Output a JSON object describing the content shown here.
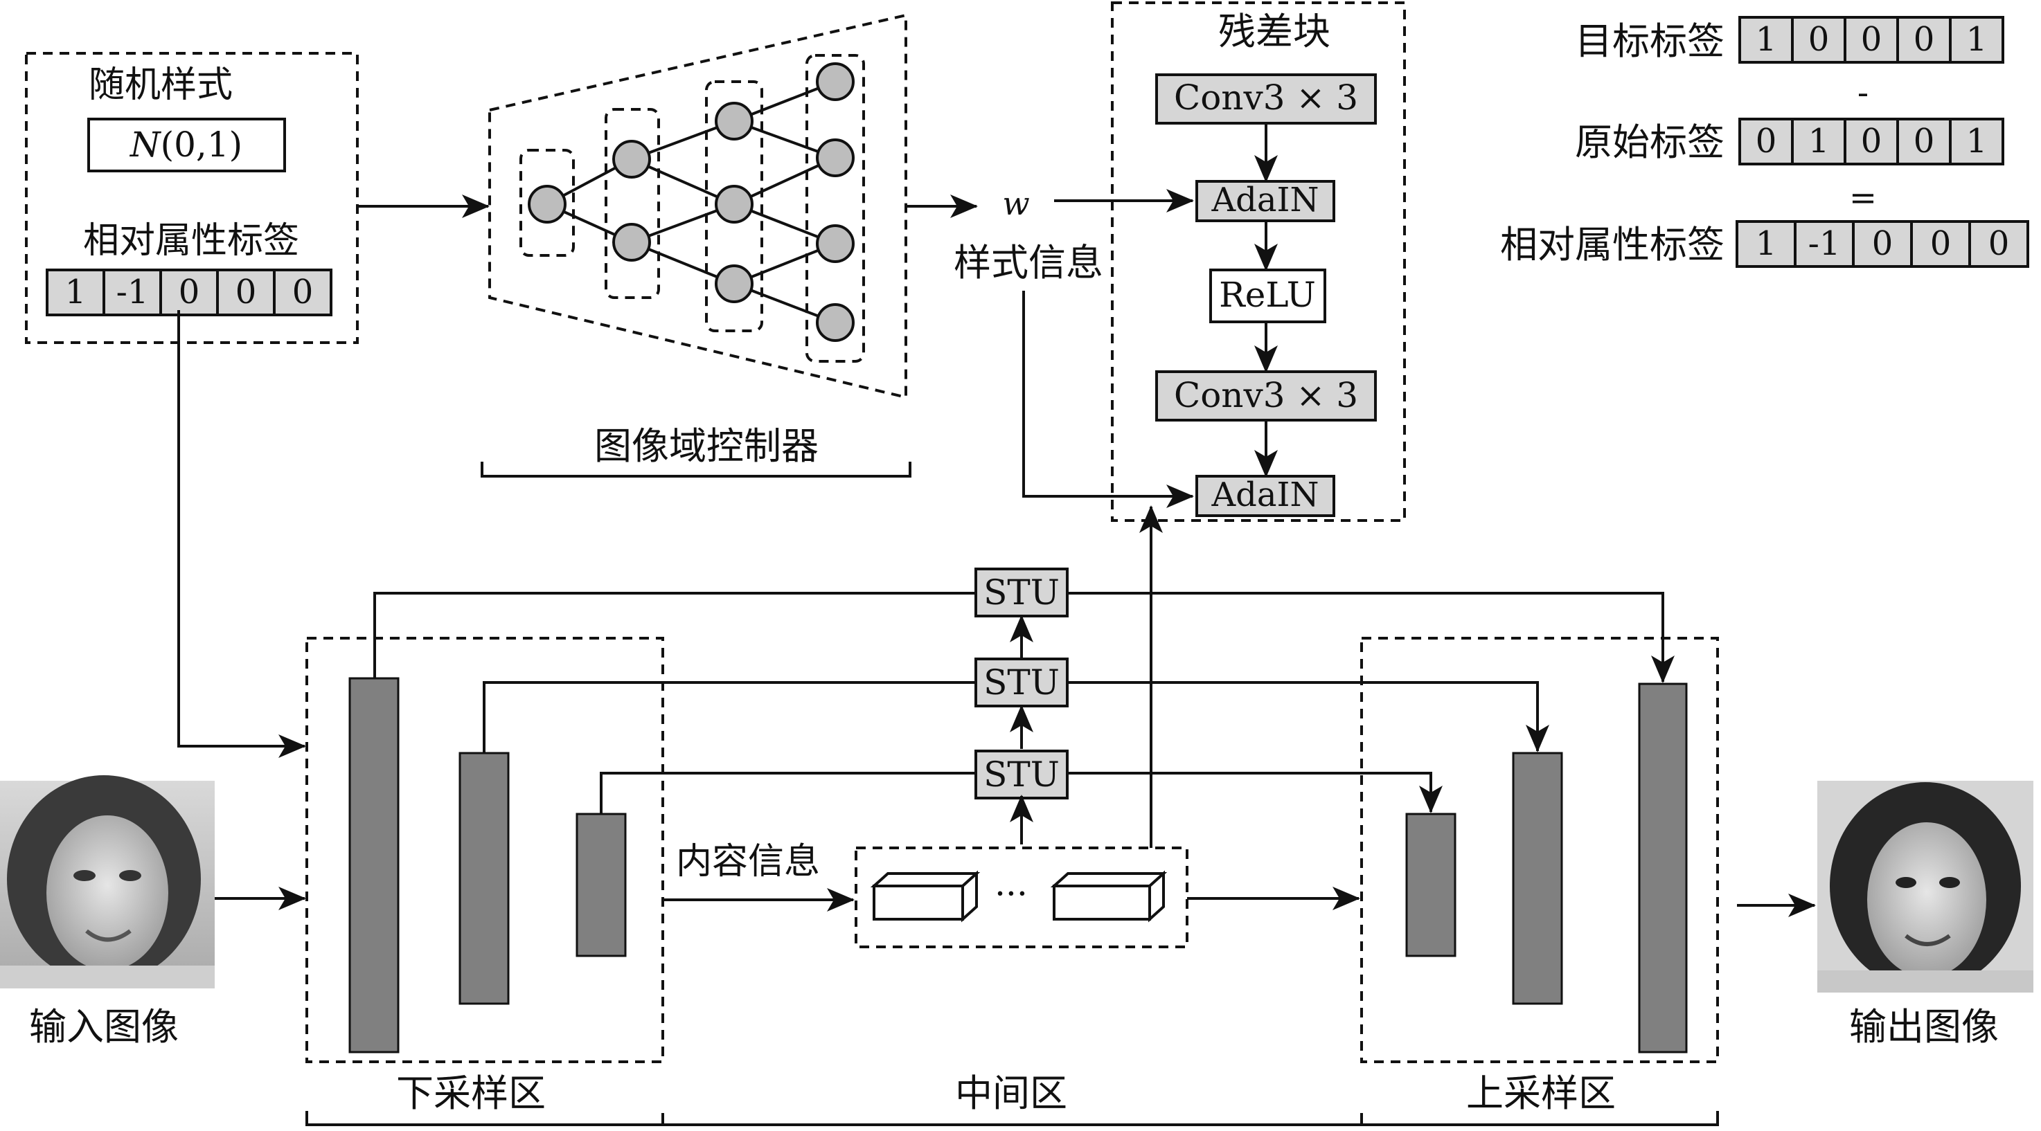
{
  "random_style": {
    "title": "随机样式",
    "dist_italic": "N",
    "dist_rest": "(0,1)"
  },
  "relative_label_left": {
    "title": "相对属性标签",
    "values": [
      "1",
      "-1",
      "0",
      "0",
      "0"
    ]
  },
  "domain_controller": {
    "label": "图像域控制器"
  },
  "style_info": {
    "symbol": "w",
    "label": "样式信息"
  },
  "residual_block": {
    "title": "残差块",
    "layers": [
      "Conv3 × 3",
      "AdaIN",
      "ReLU",
      "Conv3 × 3",
      "AdaIN"
    ]
  },
  "legend": {
    "target": {
      "label": "目标标签",
      "values": [
        "1",
        "0",
        "0",
        "0",
        "1"
      ]
    },
    "minus": "-",
    "original": {
      "label": "原始标签",
      "values": [
        "0",
        "1",
        "0",
        "0",
        "1"
      ]
    },
    "equals": "=",
    "relative": {
      "label": "相对属性标签",
      "values": [
        "1",
        "-1",
        "0",
        "0",
        "0"
      ]
    }
  },
  "stu_units": [
    "STU",
    "STU",
    "STU"
  ],
  "content_info": {
    "label": "内容信息",
    "ellipsis": "···"
  },
  "input_image": {
    "label": "输入图像"
  },
  "output_image": {
    "label": "输出图像"
  },
  "sections": {
    "down": "下采样区",
    "middle": "中间区",
    "up": "上采样区"
  },
  "colors": {
    "bar_fill": "#808080",
    "label_box_fill": "#d6d6d6",
    "node_fill": "#bdbdbd"
  }
}
